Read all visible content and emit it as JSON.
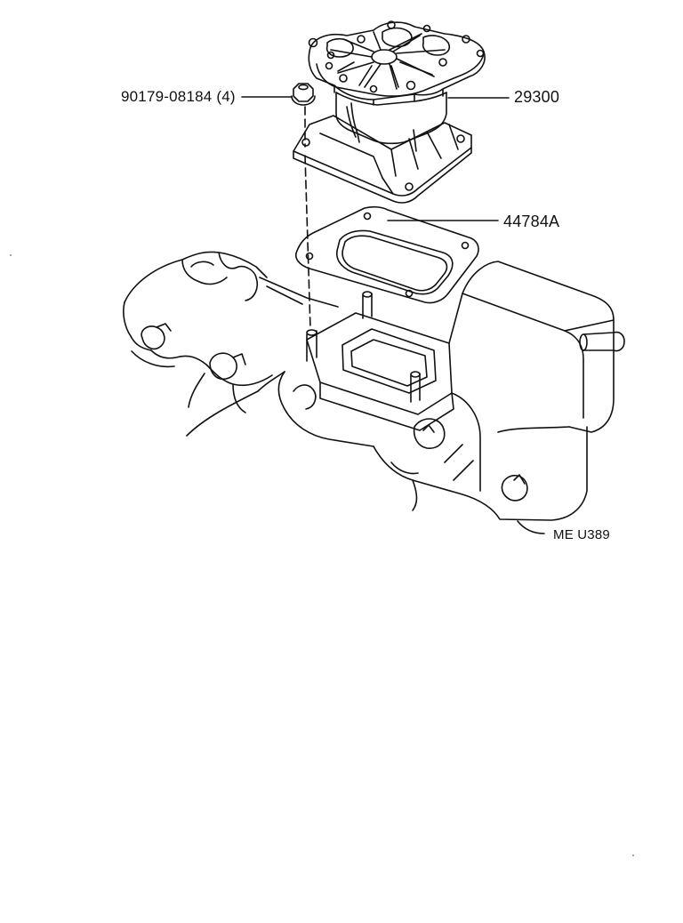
{
  "labels": {
    "nut_part": "90179-08184 (4)",
    "throttle_body_part": "29300",
    "gasket_part": "44784A",
    "illustration_code": "ME U389"
  },
  "colors": {
    "line": "#111111",
    "background": "#ffffff"
  }
}
